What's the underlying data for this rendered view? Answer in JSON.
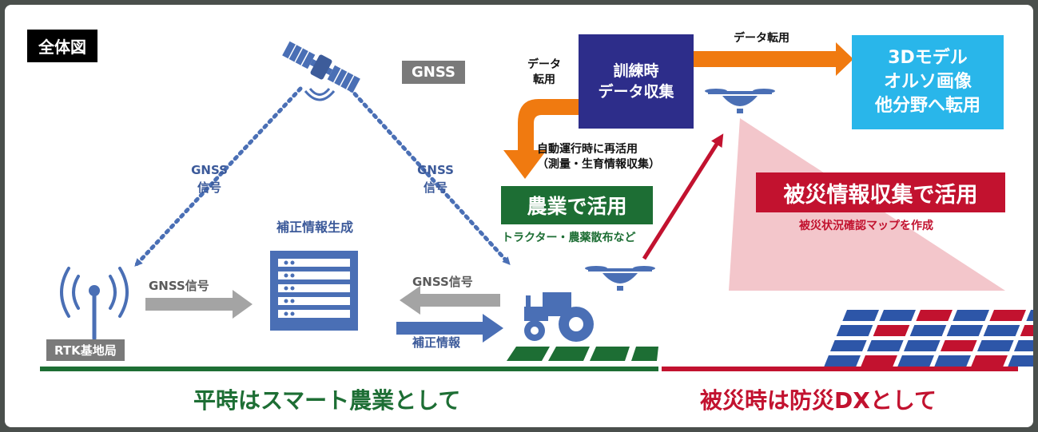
{
  "title_tag": "全体図",
  "gnss_box": "GNSS",
  "gnss_signal_left": [
    "GNSS",
    "信号"
  ],
  "gnss_signal_right": [
    "GNSS",
    "信号"
  ],
  "correction_gen_label": "補正情報生成",
  "gnss_signal_to_server": "GNSS信号",
  "gnss_signal_from_tractor": "GNSS信号",
  "correction_info": "補正情報",
  "rtk_station": "RTK基地局",
  "data_reuse_vertical": [
    "データ",
    "転用"
  ],
  "training_box": [
    "訓練時",
    "データ収集"
  ],
  "data_reuse_top": "データ転用",
  "model_box": [
    "3Dモデル",
    "オルソ画像",
    "他分野へ転用"
  ],
  "autonomous_reuse": [
    "自動運行時に再活用",
    "（測量・生育情報収集）"
  ],
  "agri_use_box": "農業で活用",
  "agri_use_sub": "トラクター・農薬散布など",
  "disaster_box": "被災情報収集で活用",
  "disaster_sub": "被災状況確認マップを作成",
  "footer_left": "平時はスマート農業として",
  "footer_right": "被災時は防災DXとして",
  "colors": {
    "navy": "#2d2d8a",
    "cyan": "#29b6ea",
    "green": "#1d6e34",
    "red": "#c2122f",
    "orange": "#f07a10",
    "blue": "#4a6fb5",
    "gray": "#9a9a9a"
  }
}
